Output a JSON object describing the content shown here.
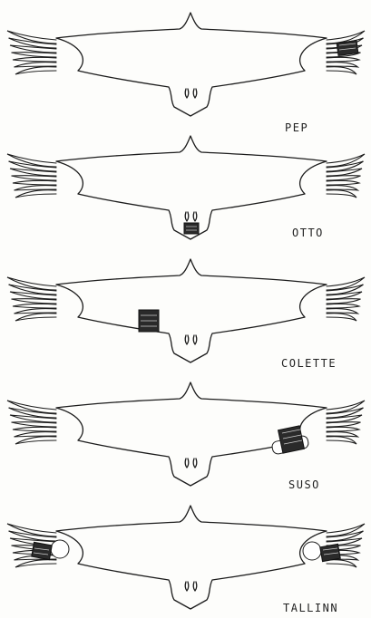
{
  "figure": {
    "panels": [
      {
        "label": "PEP",
        "mark": "right wing-tip patch"
      },
      {
        "label": "OTTO",
        "mark": "tail base patch"
      },
      {
        "label": "COLETTE",
        "mark": "left inner wing patch"
      },
      {
        "label": "SUSO",
        "mark": "right inner wing patch"
      },
      {
        "label": "TALLINN",
        "mark": "both wing-tip patches"
      }
    ]
  },
  "colors": {
    "ink": "#1c1c1c",
    "paper": "#fdfdfb",
    "mark": "#2a2a2a"
  }
}
